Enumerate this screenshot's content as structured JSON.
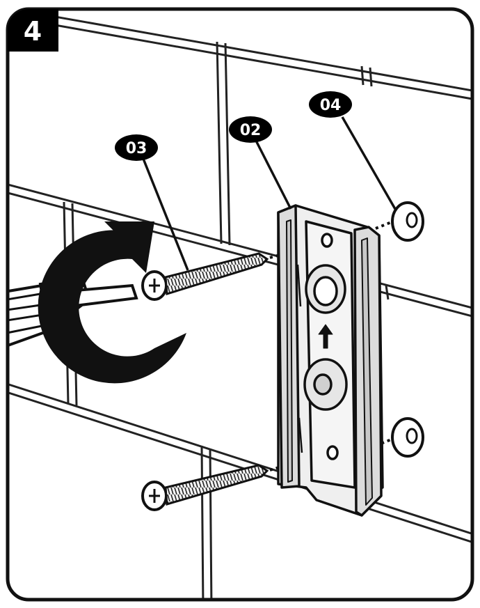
{
  "step": {
    "number": "4"
  },
  "callouts": [
    {
      "id": "screw",
      "label": "03"
    },
    {
      "id": "bracket",
      "label": "02"
    },
    {
      "id": "washer",
      "label": "04"
    }
  ],
  "colors": {
    "line": "#111111",
    "tile_line": "#222222",
    "badge": "#000000",
    "badge_text": "#ffffff",
    "panel_bg": "#ffffff",
    "bracket_fill": "#e9e9e9",
    "bracket_shade": "#cfcfcf"
  },
  "icons": [
    "rotation-arrow-icon",
    "screwdriver-icon",
    "screw-icon",
    "wall-bracket-icon",
    "washer-icon"
  ]
}
